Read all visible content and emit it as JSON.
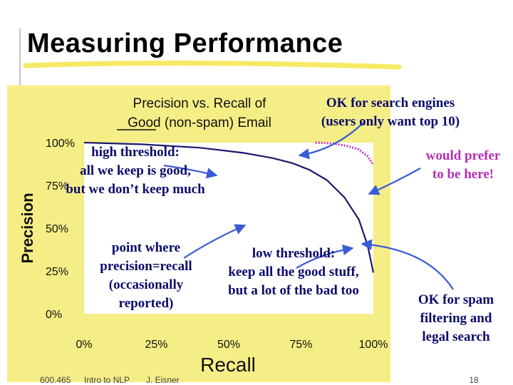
{
  "slide": {
    "title": "Measuring Performance",
    "slide_number": "18",
    "footer_course": "600.465",
    "footer_subject": "Intro to NLP",
    "footer_author": "J. Eisner"
  },
  "annotations": {
    "search_engines": [
      "OK for search engines",
      "(users only want top 10)"
    ],
    "high_threshold": [
      "high threshold:",
      "all we keep is good,",
      "but we don’t keep much"
    ],
    "would_prefer": [
      "would prefer",
      "to be here!"
    ],
    "point_where": [
      "point where",
      "precision=recall",
      "(occasionally",
      "reported)"
    ],
    "low_threshold": [
      "low threshold:",
      "keep all the good stuff,",
      "but a lot of the bad too"
    ],
    "spam_filtering": [
      "OK for spam",
      "filtering and",
      "legal search"
    ]
  },
  "colors": {
    "panel_background": "#f5ee86",
    "curve": "#1a1a6e",
    "arrow": "#3b5bd6",
    "preferred_curve": "#c233c8",
    "annotation_text": "#0b0b6b",
    "preferred_text": "#b42fb6",
    "title_underline": "#f4e64a"
  },
  "chart_data": {
    "type": "line",
    "title_lines": [
      "Precision vs. Recall of",
      "Good (non-spam) Email"
    ],
    "title_underlined_word": "Good",
    "xlabel": "Recall",
    "ylabel": "Precision",
    "x_tick_labels": [
      "0%",
      "25%",
      "50%",
      "75%",
      "100%"
    ],
    "y_tick_labels": [
      "100%",
      "75%",
      "50%",
      "25%",
      "0%"
    ],
    "xlim": [
      0,
      100
    ],
    "ylim": [
      0,
      100
    ],
    "grid": false,
    "series": [
      {
        "x": [
          0,
          20,
          40,
          55,
          65,
          72,
          78,
          84,
          90,
          95,
          98,
          100
        ],
        "y": [
          100,
          99,
          97,
          94,
          91,
          88,
          84,
          78,
          68,
          55,
          40,
          24
        ]
      }
    ],
    "preferred_curve": {
      "x": [
        80,
        86,
        91,
        95,
        98,
        100
      ],
      "y": [
        100,
        99.5,
        98,
        96,
        92,
        87
      ]
    }
  }
}
